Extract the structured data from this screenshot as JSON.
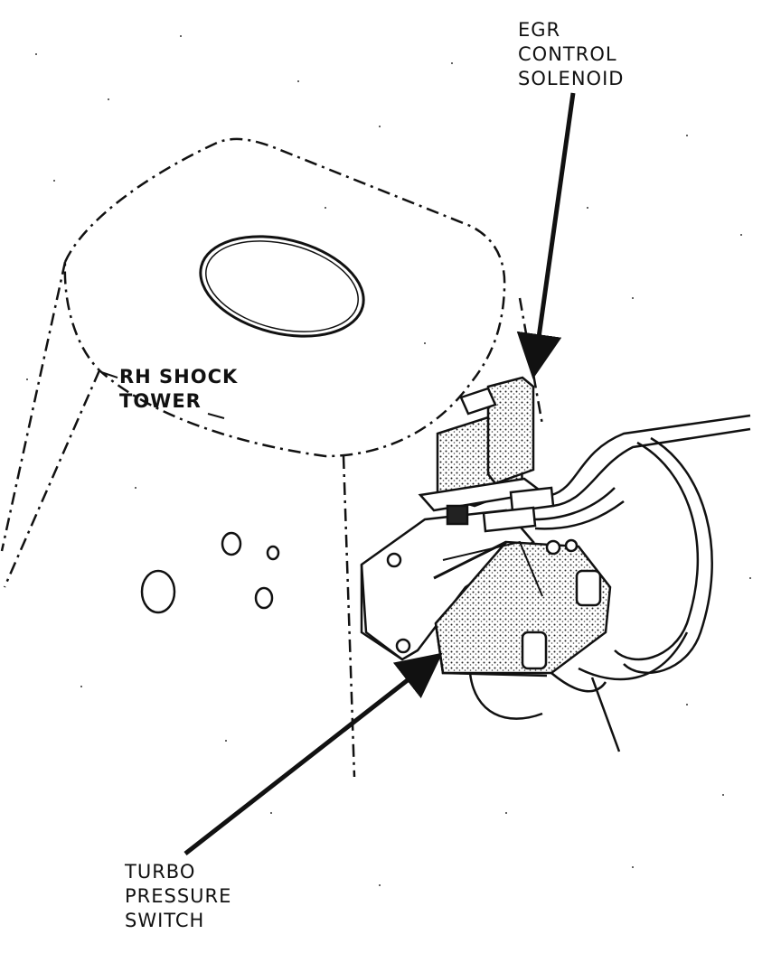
{
  "labels": {
    "egr": [
      "EGR",
      "CONTROL",
      "SOLENOID"
    ],
    "shock_tower": [
      "RH SHOCK",
      "TOWER"
    ],
    "turbo": [
      "TURBO",
      "PRESSURE",
      "SWITCH"
    ]
  },
  "colors": {
    "ink": "#111111",
    "shade": "#555555",
    "paper": "#ffffff"
  }
}
